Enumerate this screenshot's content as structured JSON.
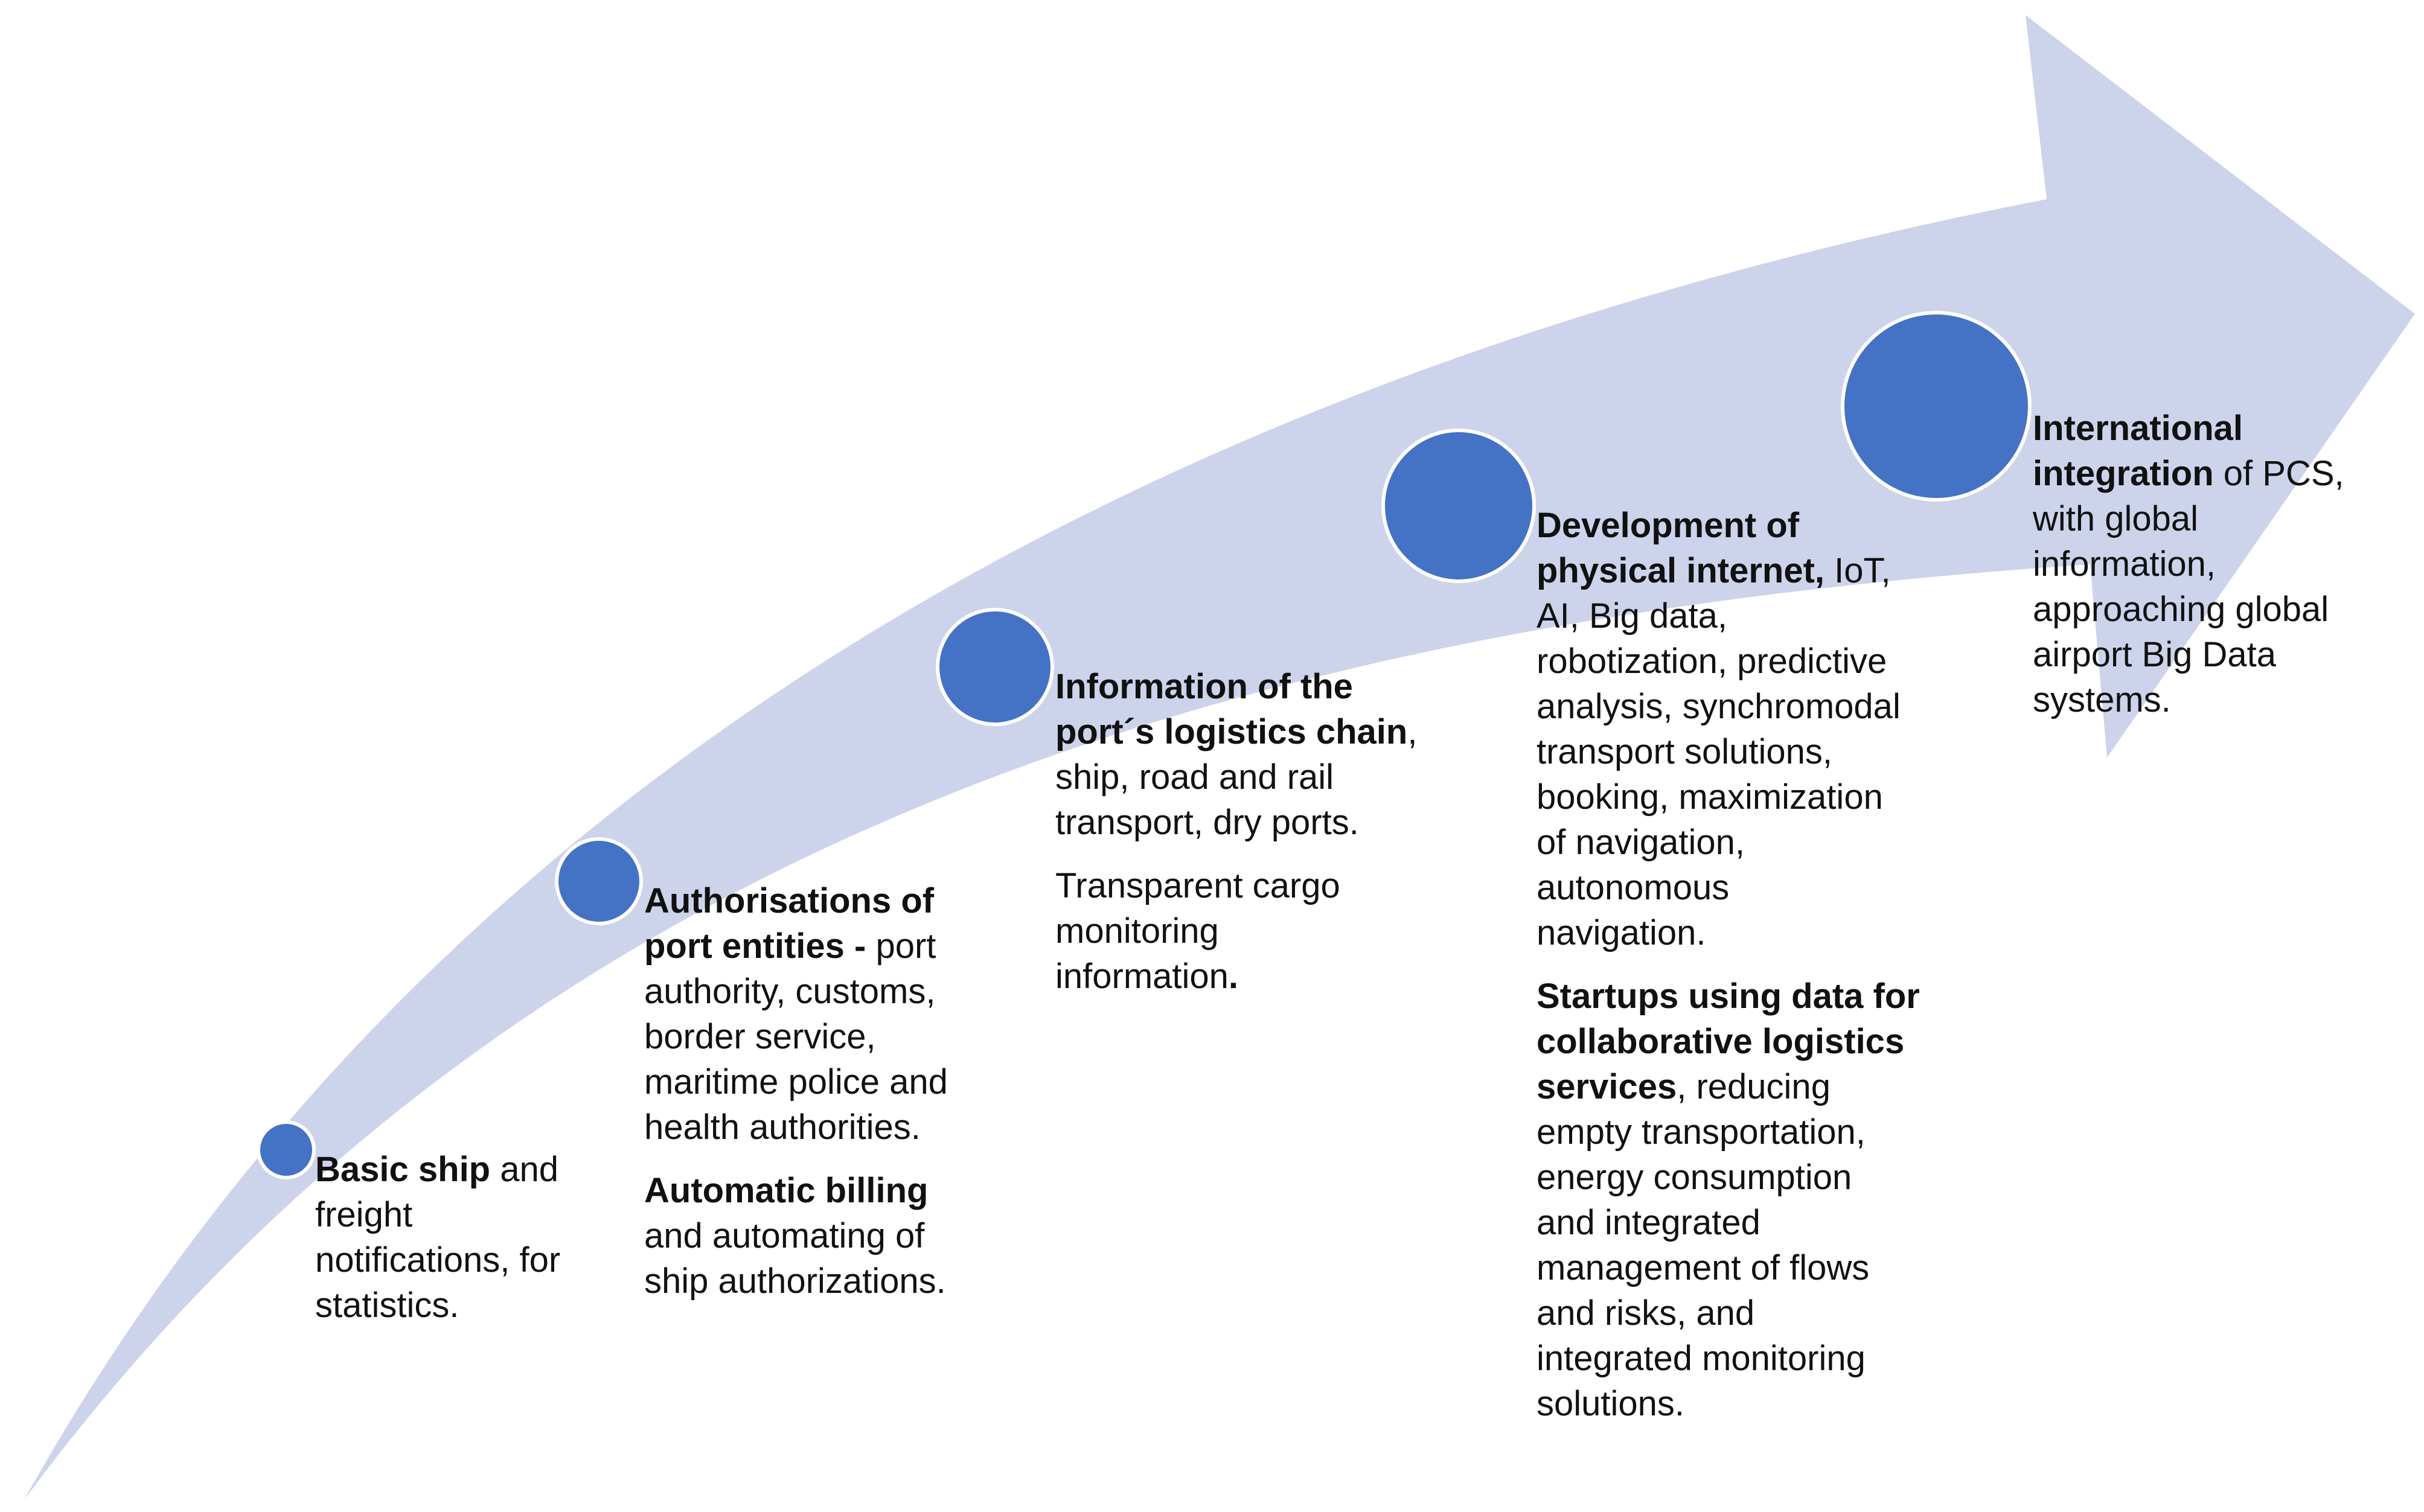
{
  "diagram": {
    "arrow_color": "#cdd3ea",
    "circle_fill": "#4472c4",
    "circle_stroke": "#ffffff",
    "stages": [
      {
        "paragraphs": [
          [
            {
              "text": "Basic ship",
              "bold": true
            },
            {
              "text": " and"
            },
            {
              "br": true
            },
            {
              "text": "freight"
            },
            {
              "br": true
            },
            {
              "text": "notifications, for"
            },
            {
              "br": true
            },
            {
              "text": "statistics."
            }
          ]
        ]
      },
      {
        "paragraphs": [
          [
            {
              "text": "Authorisations of",
              "bold": true
            },
            {
              "br": true
            },
            {
              "text": "port entities - ",
              "bold": true
            },
            {
              "text": "port"
            },
            {
              "br": true
            },
            {
              "text": "authority, customs,"
            },
            {
              "br": true
            },
            {
              "text": "border service,"
            },
            {
              "br": true
            },
            {
              "text": "maritime police and"
            },
            {
              "br": true
            },
            {
              "text": "health authorities."
            }
          ],
          [
            {
              "text": "Automatic billing",
              "bold": true
            },
            {
              "br": true
            },
            {
              "text": "and automating of"
            },
            {
              "br": true
            },
            {
              "text": "ship authorizations."
            }
          ]
        ]
      },
      {
        "paragraphs": [
          [
            {
              "text": "Information of the",
              "bold": true
            },
            {
              "br": true
            },
            {
              "text": "port´s logistics chain",
              "bold": true
            },
            {
              "text": ","
            },
            {
              "br": true
            },
            {
              "text": "ship, road and rail"
            },
            {
              "br": true
            },
            {
              "text": "transport, dry ports."
            }
          ],
          [
            {
              "text": "Transparent cargo"
            },
            {
              "br": true
            },
            {
              "text": "monitoring"
            },
            {
              "br": true
            },
            {
              "text": "information"
            },
            {
              "text": ".",
              "bold": true
            }
          ]
        ]
      },
      {
        "paragraphs": [
          [
            {
              "text": "Development of",
              "bold": true
            },
            {
              "br": true
            },
            {
              "text": "physical internet,",
              "bold": true
            },
            {
              "text": " IoT,"
            },
            {
              "br": true
            },
            {
              "text": "AI, Big data,"
            },
            {
              "br": true
            },
            {
              "text": "robotization, predictive"
            },
            {
              "br": true
            },
            {
              "text": "analysis, synchromodal"
            },
            {
              "br": true
            },
            {
              "text": "transport solutions,"
            },
            {
              "br": true
            },
            {
              "text": "booking, maximization"
            },
            {
              "br": true
            },
            {
              "text": "of navigation,"
            },
            {
              "br": true
            },
            {
              "text": "autonomous"
            },
            {
              "br": true
            },
            {
              "text": "navigation."
            }
          ],
          [
            {
              "text": "Startups using data for",
              "bold": true
            },
            {
              "br": true
            },
            {
              "text": "collaborative logistics",
              "bold": true
            },
            {
              "br": true
            },
            {
              "text": "services",
              "bold": true
            },
            {
              "text": ", reducing"
            },
            {
              "br": true
            },
            {
              "text": "empty transportation,"
            },
            {
              "br": true
            },
            {
              "text": "energy consumption"
            },
            {
              "br": true
            },
            {
              "text": "and integrated"
            },
            {
              "br": true
            },
            {
              "text": "management of flows"
            },
            {
              "br": true
            },
            {
              "text": "and risks, and"
            },
            {
              "br": true
            },
            {
              "text": "integrated monitoring"
            },
            {
              "br": true
            },
            {
              "text": "solutions."
            }
          ]
        ]
      },
      {
        "paragraphs": [
          [
            {
              "text": "International",
              "bold": true
            },
            {
              "br": true
            },
            {
              "text": "integration",
              "bold": true
            },
            {
              "text": " of PCS,"
            },
            {
              "br": true
            },
            {
              "text": "with global"
            },
            {
              "br": true
            },
            {
              "text": "information,"
            },
            {
              "br": true
            },
            {
              "text": "approaching global"
            },
            {
              "br": true
            },
            {
              "text": "airport Big Data"
            },
            {
              "br": true
            },
            {
              "text": "systems."
            }
          ]
        ]
      }
    ]
  }
}
